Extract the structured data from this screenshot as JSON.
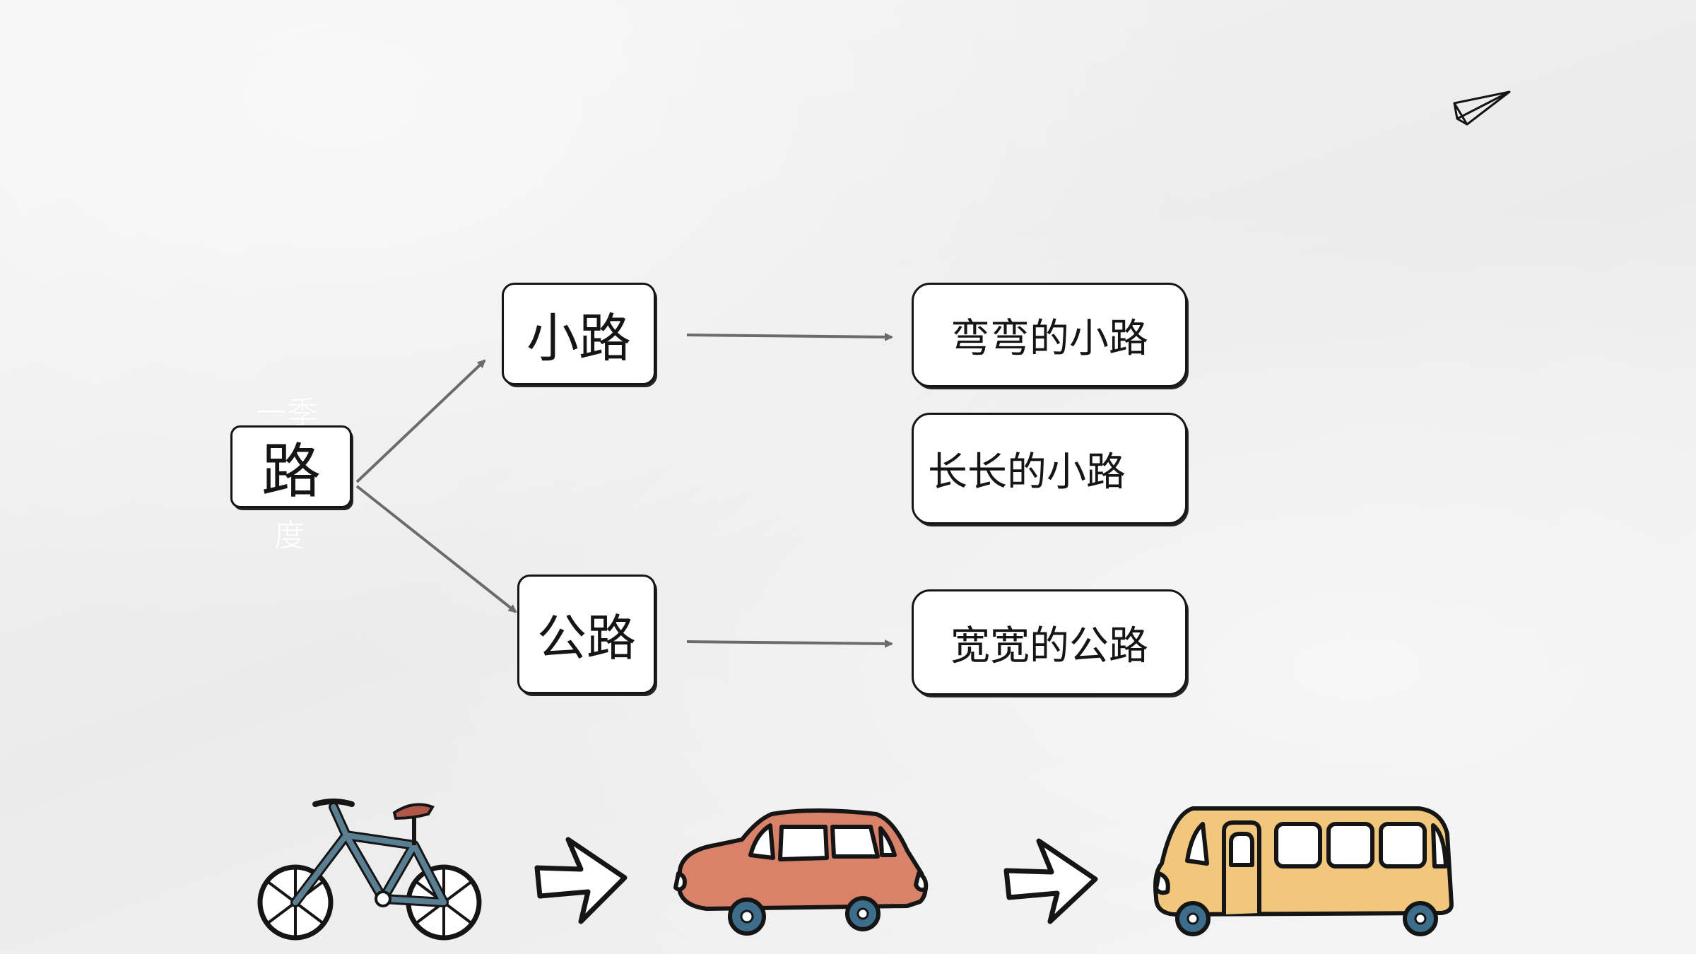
{
  "diagram": {
    "root": {
      "label": "路",
      "side_top": "一季",
      "side_bottom": "度"
    },
    "branches": [
      {
        "label": "小路",
        "results": [
          "弯弯的小路",
          "长长的小路"
        ]
      },
      {
        "label": "公路",
        "results": [
          "宽宽的公路"
        ]
      }
    ]
  },
  "illustrations": {
    "sequence": [
      "bicycle-icon",
      "arrow-icon",
      "car-icon",
      "arrow-icon",
      "bus-icon"
    ],
    "top_right": "paper-plane-icon"
  },
  "colors": {
    "arrow": "#6b6b6b",
    "outline": "#151515",
    "bike_frame": "#5a7f92",
    "car_body": "#d9826a",
    "bus_body": "#f0c77c",
    "wheel": "#3d6d8a"
  }
}
